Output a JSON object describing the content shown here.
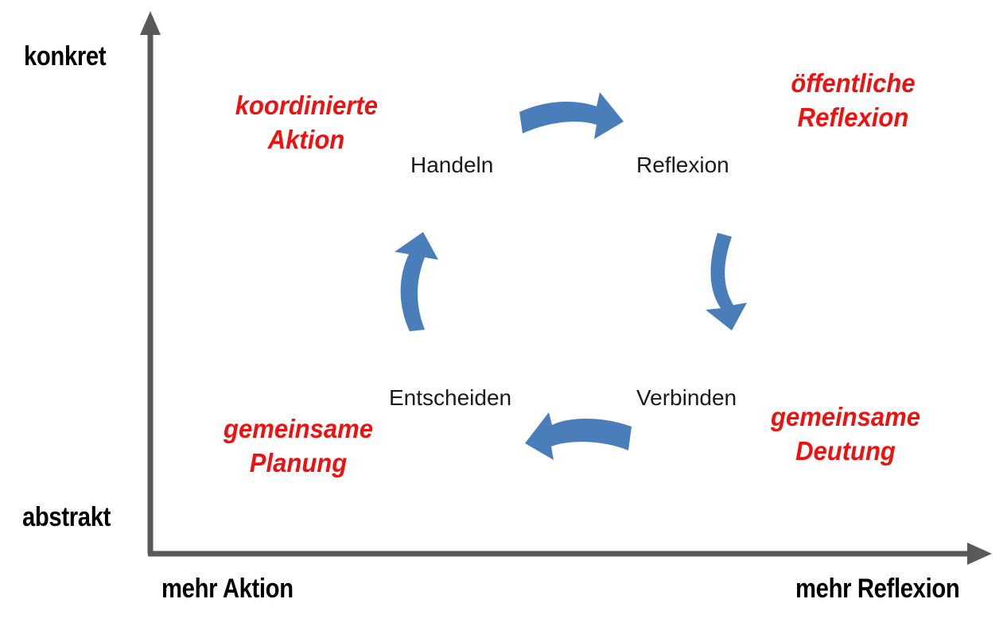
{
  "diagram": {
    "title_text": "",
    "background_color": "#ffffff",
    "arrow_color": "#4a7ebb",
    "axis_color": "#595959",
    "annotation_color": "#ef1010",
    "stage_label_color": "#1a1a1a"
  },
  "axes": {
    "y_axis": {
      "name": "vertical-axis",
      "top_label": "konkret",
      "bottom_label": "abstrakt"
    },
    "x_axis": {
      "name": "horizontal-axis",
      "left_label": "mehr Aktion",
      "right_label": "mehr Reflexion"
    }
  },
  "cycle": {
    "stages": [
      {
        "id": "handeln",
        "label": "Handeln",
        "position": "top-left"
      },
      {
        "id": "reflexion",
        "label": "Reflexion",
        "position": "top-right"
      },
      {
        "id": "verbinden",
        "label": "Verbinden",
        "position": "bottom-right"
      },
      {
        "id": "entscheiden",
        "label": "Entscheiden",
        "position": "bottom-left"
      }
    ],
    "arrows": [
      {
        "id": "handeln-to-reflexion",
        "direction": "right",
        "from": "Handeln",
        "to": "Reflexion"
      },
      {
        "id": "reflexion-to-verbinden",
        "direction": "down",
        "from": "Reflexion",
        "to": "Verbinden"
      },
      {
        "id": "verbinden-to-entscheiden",
        "direction": "left",
        "from": "Verbinden",
        "to": "Entscheiden"
      },
      {
        "id": "entscheiden-to-handeln",
        "direction": "up",
        "from": "Entscheiden",
        "to": "Handeln"
      }
    ]
  },
  "annotations": [
    {
      "id": "koordinierte-aktion",
      "line1": "koordinierte",
      "line2": "Aktion",
      "near_stage": "Handeln"
    },
    {
      "id": "oeffentliche-reflexion",
      "line1": "öffentliche",
      "line2": "Reflexion",
      "near_stage": "Reflexion"
    },
    {
      "id": "gemeinsame-planung",
      "line1": "gemeinsame",
      "line2": "Planung",
      "near_stage": "Entscheiden"
    },
    {
      "id": "gemeinsame-deutung",
      "line1": "gemeinsame",
      "line2": "Deutung",
      "near_stage": "Verbinden"
    }
  ]
}
